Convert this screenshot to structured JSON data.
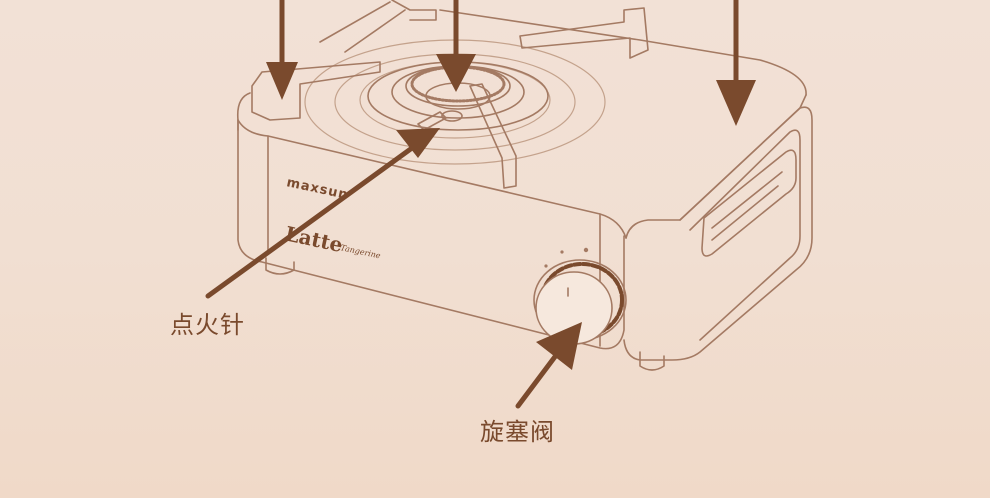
{
  "colors": {
    "line": "#a47a63",
    "line_light": "#c4a28c",
    "arrow": "#7a4a2d",
    "label": "#7a4a2d",
    "body_fill": "#f6e8dd",
    "inner_fill": "#efdfd3"
  },
  "product": {
    "brand": "maxsun",
    "model": "Latte",
    "variant": "Tangerine"
  },
  "callouts": {
    "igniter": "点火针",
    "valve": "旋塞阀"
  }
}
